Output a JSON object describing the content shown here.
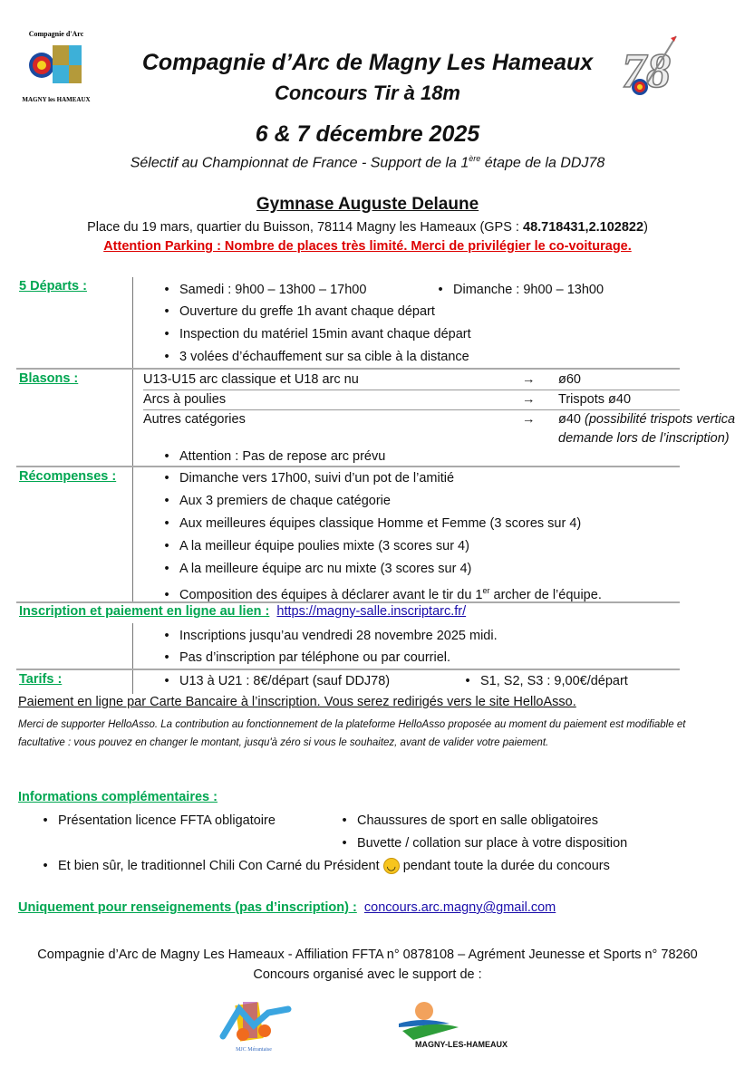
{
  "header": {
    "title": "Compagnie d’Arc de Magny Les Hameaux",
    "subtitle": "Concours Tir à 18m",
    "date": "6 & 7 décembre 2025",
    "selectif_pre": "Sélectif au Championnat de France - Support de la 1",
    "selectif_sup": "ère",
    "selectif_post": " étape de la DDJ78",
    "venue": "Gymnase Auguste Delaune",
    "address": "Place du 19 mars, quartier du Buisson, 78114 Magny les Hameaux (GPS : ",
    "gps": "48.718431,2.102822",
    "address_end": ")",
    "parking": "Attention Parking : Nombre de places très limité. Merci de privilégier le co-voiturage.",
    "logo_left_text": "Compagnie d'Arc de MAGNY les HAMEAUX",
    "logo_right_text": "78"
  },
  "departs": {
    "label": "5 Départs :",
    "items": [
      "Samedi : 9h00 – 13h00 – 17h00",
      "Dimanche : 9h00 – 13h00",
      "Ouverture du greffe 1h avant chaque départ",
      "Inspection du matériel 15min avant chaque départ",
      "3 volées d’échauffement sur sa cible à la distance"
    ]
  },
  "blasons": {
    "label": "Blasons :",
    "rows": [
      {
        "cat": "U13-U15 arc classique et U18 arc nu",
        "arrow": "→",
        "val": "ø60",
        "note": ""
      },
      {
        "cat": "Arcs à poulies",
        "arrow": "→",
        "val": "Trispots ø40",
        "note": ""
      },
      {
        "cat": "Autres catégories",
        "arrow": "→",
        "val": "ø40 ",
        "note": "(possibilité trispots verticaux sur",
        "note2": "demande lors de l’inscription)"
      }
    ],
    "attention": "Attention : Pas de repose arc prévu"
  },
  "recompenses": {
    "label": "Récompenses :",
    "items": [
      "Dimanche vers 17h00, suivi d’un pot de l’amitié",
      "Aux 3 premiers de chaque catégorie",
      "Aux meilleures équipes classique Homme et Femme (3 scores sur 4)",
      "A la meilleur équipe poulies mixte (3 scores sur 4)",
      "A la meilleure équipe arc nu mixte (3 scores sur 4)"
    ],
    "last_pre": "Composition des équipes à déclarer avant le tir du 1",
    "last_sup": "er",
    "last_post": " archer de l’équipe."
  },
  "inscription": {
    "label": "Inscription et paiement en ligne au lien :",
    "url": "https://magny-salle.inscriptarc.fr/",
    "items": [
      "Inscriptions jusqu’au vendredi 28 novembre 2025 midi.",
      "Pas d’inscription par téléphone ou par courriel."
    ]
  },
  "tarifs": {
    "label": "Tarifs :",
    "items": [
      "U13 à U21 : 8€/départ (sauf DDJ78)",
      "S1, S2, S3 : 9,00€/départ"
    ],
    "paiement": "Paiement en ligne par Carte Bancaire à l’inscription. Vous serez redirigés vers le site HelloAsso.",
    "helloasso": "Merci de supporter HelloAsso. La contribution au fonctionnement de la plateforme HelloAsso proposée au moment du paiement est modifiable et facultative : vous pouvez en changer le montant, jusqu'à zéro si vous le souhaitez, avant de valider votre paiement."
  },
  "infos": {
    "label": "Informations complémentaires :",
    "items": [
      "Présentation licence FFTA obligatoire",
      "Chaussures de sport en salle obligatoires",
      "Buvette / collation sur place à votre disposition"
    ],
    "chili_pre": "Et bien sûr, le traditionnel Chili Con Carné du Président",
    "chili_post": "pendant toute la durée du concours"
  },
  "contact": {
    "label": "Uniquement pour renseignements (pas d’inscription) :",
    "email": "concours.arc.magny@gmail.com"
  },
  "footer": {
    "line1": "Compagnie d’Arc de Magny Les Hameaux - Affiliation FFTA n° 0878108 – Agrément Jeunesse et Sports n° 78260",
    "line2": "Concours organisé avec le support de :",
    "mjc": "MJC Mérantaise",
    "magny": "MAGNY-LES-HAMEAUX"
  }
}
